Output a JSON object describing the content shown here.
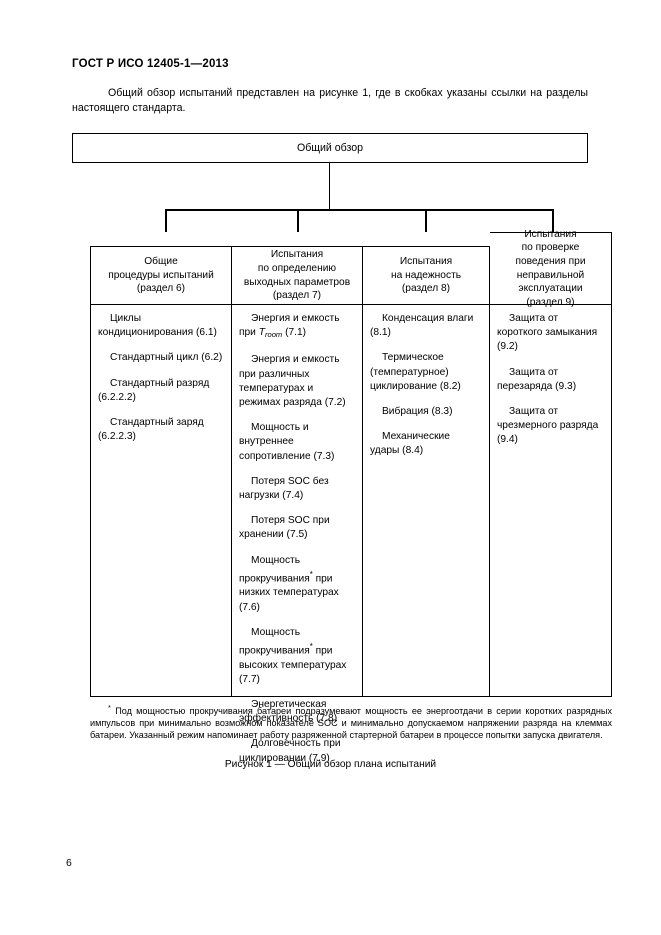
{
  "document": {
    "standard_title": "ГОСТ Р ИСО 12405-1—2013",
    "page_number": "6",
    "intro_paragraph": "Общий обзор испытаний представлен на рисунке 1, где в скобках указаны ссылки на разделы настоящего стандарта.",
    "figure_caption": "Рисунок 1 — Общий обзор плана испытаний",
    "footnote_marker": "*",
    "footnote_text": "Под мощностью прокручивания батареи подразумевают мощность ее энергоотдачи в серии коротких разрядных импульсов при минимально возможном показателе SOC и минимально допускаемом напряжении разряда на клеммах батареи. Указанный режим напоминает работу разряженной стартерной батареи в процессе попытки запуска двигателя."
  },
  "chart_data": {
    "type": "diagram",
    "title": "Рисунок 1 — Общий обзор плана испытаний",
    "root": "Общий обзор",
    "columns": [
      {
        "header": "Общие\nпроцедуры испытаний\n(раздел 6)",
        "header_lines": [
          "Общие",
          "процедуры испытаний",
          "(раздел 6)"
        ],
        "section": "6",
        "items": [
          "Циклы кондиционирования (6.1)",
          "Стандартный цикл (6.2)",
          "Стандартный разряд (6.2.2.2)",
          "Стандартный заряд (6.2.2.3)"
        ]
      },
      {
        "header": "Испытания\nпо определению\nвыходных параметров\n(раздел 7)",
        "header_lines": [
          "Испытания",
          "по определению",
          "выходных параметров",
          "(раздел 7)"
        ],
        "section": "7",
        "items": [
          "Энергия и емкость при Troom (7.1)",
          "Энергия и емкость при различных температурах и режимах разряда (7.2)",
          "Мощность и внутреннее сопротивление (7.3)",
          "Потеря SOC без нагрузки (7.4)",
          "Потеря SOC при хранении (7.5)",
          "Мощность прокручивания* при низких температурах (7.6)",
          "Мощность прокручивания* при высоких температурах (7.7)",
          "Энергетическая эффективность (7.8)",
          "Долговечность при циклировании (7.9)"
        ]
      },
      {
        "header": "Испытания\nна надежность\n(раздел 8)",
        "header_lines": [
          "Испытания",
          "на надежность",
          "(раздел 8)"
        ],
        "section": "8",
        "items": [
          "Конденсация влаги (8.1)",
          "Термическое (температурное) циклирование (8.2)",
          "Вибрация (8.3)",
          "Механические удары (8.4)"
        ]
      },
      {
        "header": "Испытания\nпо проверке\nповедения при\nнеправильной\nэксплуатации\n(раздел 9)",
        "header_lines": [
          "Испытания",
          "по проверке",
          "поведения при",
          "неправильной",
          "эксплуатации",
          "(раздел 9)"
        ],
        "section": "9",
        "items": [
          "Защита от короткого замыкания (9.2)",
          "Защита от перезаряда (9.3)",
          "Защита от чрезмерного разряда (9.4)"
        ]
      }
    ]
  },
  "diagram": {
    "root_label": "Общий обзор",
    "col1": {
      "h1": "Общие",
      "h2": "процедуры испытаний",
      "h3": "(раздел 6)",
      "i1a": "Циклы кондициониро-",
      "i1b": "вания (6.1)",
      "i2a": "Стандартный цикл (6.2)",
      "i3a": "Стандартный разряд",
      "i3b": "(6.2.2.2)",
      "i4a": "Стандартный заряд",
      "i4b": "(6.2.2.3)"
    },
    "col2": {
      "h1": "Испытания",
      "h2": "по определению",
      "h3": "выходных параметров",
      "h4": "(раздел 7)",
      "i1a": "Энергия и емкость",
      "i1b": "при ",
      "i1var": "T",
      "i1sub": "room",
      "i1c": " (7.1)",
      "i2a": "Энергия и емкость при различных темпе-ратурах и режимах раз-ряда (7.2)",
      "i2": "Энергия и емкость при различных температурах и режимах разряда (7.2)",
      "i3": "Мощность и внутреннее сопротивление (7.3)",
      "i4": "Потеря SOC без нагрузки (7.4)",
      "i5": "Потеря SOC при хранении (7.5)",
      "i6a": "Мощность прокручива-ния",
      "i6pre": "Мощность прокручивания",
      "i6post": " при низких температурах (7.6)",
      "i7pre": "Мощность прокручивания",
      "i7post": " при высоких температурах (7.7)",
      "i8": "Энергетическая эффективность (7.8)",
      "i9": "Долговечность при циклировании (7.9)",
      "star": "*"
    },
    "col3": {
      "h1": "Испытания",
      "h2": "на надежность",
      "h3": "(раздел 8)",
      "i1": "Конденсация влаги (8.1)",
      "i2": "Термическое (температурное) циклирование (8.2)",
      "i3": "Вибрация (8.3)",
      "i4": "Механические удары (8.4)"
    },
    "col4": {
      "h1": "Испытания",
      "h2": "по проверке",
      "h3": "поведения при",
      "h4": "неправильной",
      "h5": "эксплуатации",
      "h6": "(раздел 9)",
      "i1": "Защита от короткого замыкания (9.2)",
      "i2": "Защита от перезаряда (9.3)",
      "i3": "Защита от чрезмерного разряда (9.4)"
    }
  }
}
